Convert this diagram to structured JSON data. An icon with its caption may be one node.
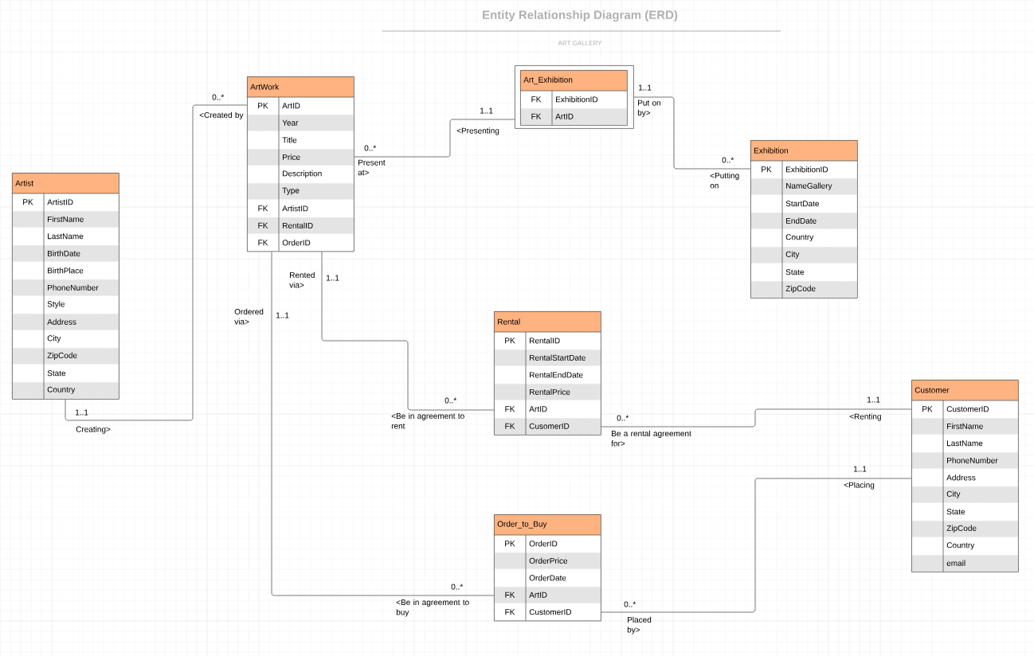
{
  "diagram": {
    "title": "Entity Relationship Diagram (ERD)",
    "nodes": [
      {
        "text": [
          "Artist"
        ]
      },
      {
        "text": [
          "PK",
          "ArtistID"
        ],
        "in": 0
      },
      {
        "text": [
          "FirstName"
        ],
        "in": 0
      },
      {
        "text": [
          "LastName"
        ],
        "in": 0
      },
      {
        "text": [
          "BirthDate"
        ],
        "in": 0
      },
      {
        "text": [
          "BirthPlace"
        ],
        "in": 0
      },
      {
        "text": [
          "PhoneNumber"
        ],
        "in": 0
      },
      {
        "text": [
          "Style"
        ],
        "in": 0
      },
      {
        "text": [
          "Address"
        ],
        "in": 0
      },
      {
        "text": [
          "City"
        ],
        "in": 0
      },
      {
        "text": [
          "ZipCode"
        ],
        "in": 0
      },
      {
        "text": [
          "State"
        ],
        "in": 0
      },
      {
        "text": [
          "Country"
        ],
        "in": 0
      },
      {
        "text": [
          "ArtWork"
        ]
      },
      {
        "text": [
          "PK",
          "ArtID"
        ],
        "in": 13
      },
      {
        "text": [
          "Year"
        ],
        "in": 13
      },
      {
        "text": [
          "Title"
        ],
        "in": 13
      },
      {
        "text": [
          "Price"
        ],
        "in": 13
      },
      {
        "text": [
          "Description"
        ],
        "in": 13
      },
      {
        "text": [
          "Type"
        ],
        "in": 13
      },
      {
        "text": [
          "FK",
          "ArtistID"
        ],
        "in": 13
      },
      {
        "text": [
          "FK",
          "RentalID"
        ],
        "in": 13
      },
      {
        "text": [
          "FK",
          "OrderID"
        ],
        "in": 13
      },
      {
        "text": [],
        "shape": "box"
      },
      {
        "text": [
          "Art_Exhibition"
        ],
        "in": 23
      },
      {
        "text": [
          "FK",
          "ExhibitionID"
        ],
        "in": 24
      },
      {
        "text": [
          "FK",
          "ArtID"
        ],
        "in": 24
      },
      {
        "text": [
          "Exhibition"
        ]
      },
      {
        "text": [
          "PK",
          "ExhibitionID"
        ],
        "in": 27
      },
      {
        "text": [
          "NameGallery"
        ],
        "in": 27
      },
      {
        "text": [
          "StartDate"
        ],
        "in": 27
      },
      {
        "text": [
          "EndDate"
        ],
        "in": 27
      },
      {
        "text": [
          "Country"
        ],
        "in": 27
      },
      {
        "text": [
          "City"
        ],
        "in": 27
      },
      {
        "text": [
          "State"
        ],
        "in": 27
      },
      {
        "text": [
          "ZipCode"
        ],
        "in": 27
      },
      {
        "text": [
          "Rental"
        ]
      },
      {
        "text": [
          "PK",
          "RentalID"
        ],
        "in": 36
      },
      {
        "text": [
          "RentalStartDate"
        ],
        "in": 36
      },
      {
        "text": [
          "RentalEndDate"
        ],
        "in": 36
      },
      {
        "text": [
          "RentalPrice"
        ],
        "in": 36
      },
      {
        "text": [
          "FK",
          "ArtID"
        ],
        "in": 36
      },
      {
        "text": [
          "FK",
          "CusomerID"
        ],
        "in": 36
      },
      {
        "text": [
          "Order_to_Buy"
        ]
      },
      {
        "text": [
          "PK",
          "OrderID"
        ],
        "in": 43
      },
      {
        "text": [
          "OrderPrice"
        ],
        "in": 43
      },
      {
        "text": [
          "OrderDate"
        ],
        "in": 43
      },
      {
        "text": [
          "FK",
          "ArtID"
        ],
        "in": 43
      },
      {
        "text": [
          "FK",
          "CustomerID"
        ],
        "in": 43
      },
      {
        "text": [
          "Customer"
        ]
      },
      {
        "text": [
          "PK",
          "CustomerID"
        ],
        "in": 49
      },
      {
        "text": [
          "FirstName"
        ],
        "in": 49
      },
      {
        "text": [
          "LastName"
        ],
        "in": 49
      },
      {
        "text": [
          "PhoneNumber"
        ],
        "in": 49
      },
      {
        "text": [
          "Address"
        ],
        "in": 49
      },
      {
        "text": [
          "City"
        ],
        "in": 49
      },
      {
        "text": [
          "State"
        ],
        "in": 49
      },
      {
        "text": [
          "ZipCode"
        ],
        "in": 49
      },
      {
        "text": [
          "Country"
        ],
        "in": 49
      },
      {
        "text": [
          "email"
        ],
        "in": 49
      }
    ],
    "edges": [
      {
        "from": 0,
        "to": 13,
        "arrow": "none"
      },
      {
        "from": 13,
        "to": 23,
        "arrow": "none"
      },
      {
        "from": 23,
        "to": 27,
        "arrow": "none"
      },
      {
        "from": 13,
        "to": 36,
        "arrow": "none"
      },
      {
        "from": 13,
        "to": 43,
        "arrow": "none"
      },
      {
        "from": 36,
        "to": 49,
        "arrow": "none"
      },
      {
        "from": 43,
        "to": 49,
        "arrow": "none"
      }
    ],
    "labels": [
      "ART GALLERY",
      "0..*",
      "<Created by",
      "1..1",
      "1..1",
      "Put on by>",
      "<Presenting",
      "0..*",
      "0..*",
      "Present at>",
      "<Putting on",
      "Rented via>",
      "1..1",
      "Ordered via>",
      "1..1",
      "0..*",
      "1..1",
      "1..1",
      "0..*",
      "<Renting",
      "<Be in agreement to rent",
      "Creating>",
      "Be a rental agreement for>",
      "1..1",
      "<Placing",
      "0..*",
      "0..*",
      "<Be in agreement to buy",
      "Placed by>"
    ]
  }
}
